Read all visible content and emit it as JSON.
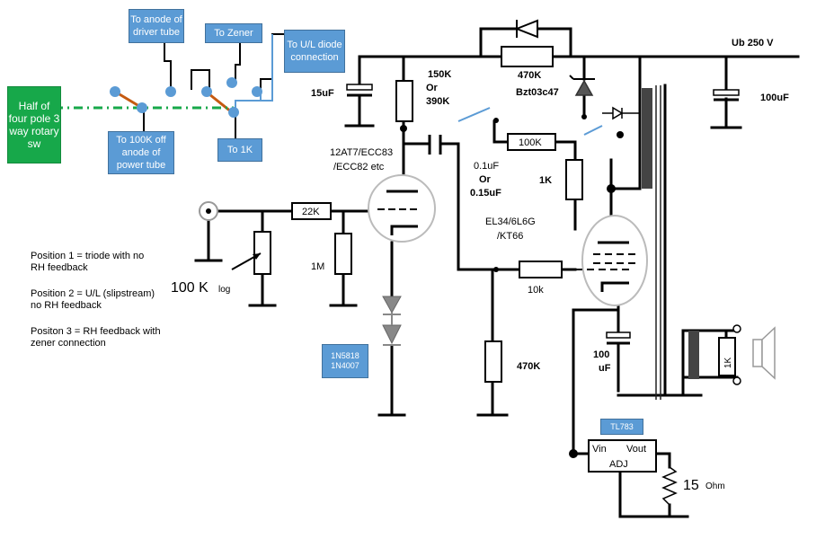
{
  "switch": {
    "box_label": "Half of four pole 3 way rotary sw",
    "to_anode_driver": "To anode of driver tube",
    "to_zener": "To Zener",
    "to_ul": "To U/L diode connection",
    "to_100k": "To 100K off anode of power tube",
    "to_1k": "To 1K"
  },
  "notes": {
    "position1": "Position 1 = triode with no RH feedback",
    "position2": "Position 2 = U/L (slipstream) no RH feedback",
    "position3": "Positon 3 = RH feedback with zener connection"
  },
  "supply": {
    "label": "Ub 250 V"
  },
  "components": {
    "c15uf": "15uF",
    "r150k_a": "150K",
    "r150k_b": "Or",
    "r150k_c": "390K",
    "r470k_top": "470K",
    "zener": "Bzt03c47",
    "c100uf": "100uF",
    "r22k": "22K",
    "driver_tube_a": "12AT7/ECC83",
    "driver_tube_b": "/ECC82 etc",
    "r100k_fb": "100K",
    "coupling_cap_a": "0.1uF",
    "coupling_cap_b": "Or",
    "coupling_cap_c": "0.15uF",
    "r1k": "1K",
    "power_tube_a": "EL34/6L6G",
    "power_tube_b": "/KT66",
    "r1m": "1M",
    "pot_value": "100 K",
    "pot_taper": "log",
    "r10k": "10k",
    "diodes_box": "1N5818 1N4007",
    "r470k_grid": "470K",
    "cath_cap_a": "100",
    "cath_cap_b": "uF",
    "reg_box": "TL783",
    "reg_vin": "Vin",
    "reg_vout": "Vout",
    "reg_adj": "ADJ",
    "r15ohm_val": "15",
    "r15ohm_unit": "Ohm",
    "spk_res": "1K"
  }
}
